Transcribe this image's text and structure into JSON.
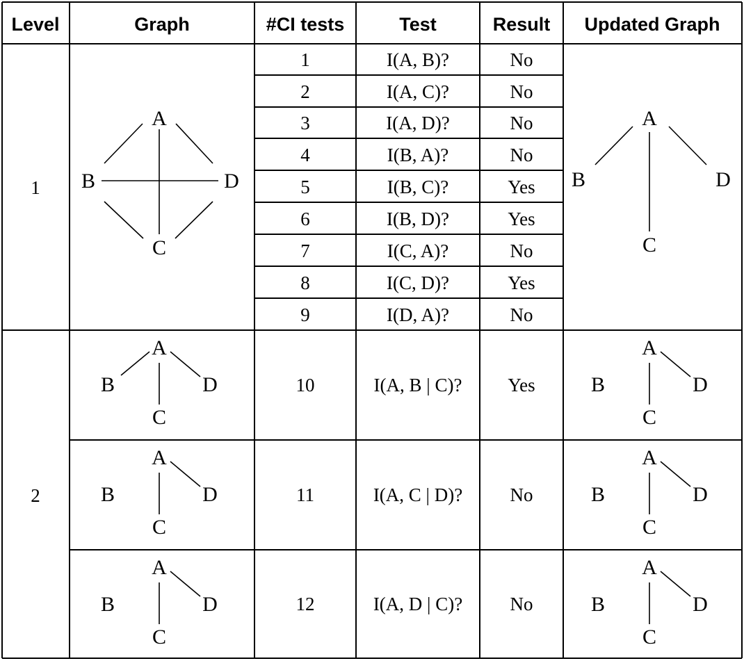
{
  "headers": [
    "Level",
    "Graph",
    "#CI tests",
    "Test",
    "Result",
    "Updated Graph"
  ],
  "levels": [
    {
      "level": "1",
      "tests": [
        {
          "n": "1",
          "test": "I(A, B)?",
          "result": "No"
        },
        {
          "n": "2",
          "test": "I(A, C)?",
          "result": "No"
        },
        {
          "n": "3",
          "test": "I(A, D)?",
          "result": "No"
        },
        {
          "n": "4",
          "test": "I(B, A)?",
          "result": "No"
        },
        {
          "n": "5",
          "test": "I(B, C)?",
          "result": "Yes"
        },
        {
          "n": "6",
          "test": "I(B, D)?",
          "result": "Yes"
        },
        {
          "n": "7",
          "test": "I(C, A)?",
          "result": "No"
        },
        {
          "n": "8",
          "test": "I(C, D)?",
          "result": "Yes"
        },
        {
          "n": "9",
          "test": "I(D, A)?",
          "result": "No"
        }
      ],
      "graph": {
        "nodes": [
          "A",
          "B",
          "C",
          "D"
        ],
        "edges": [
          [
            "A",
            "B"
          ],
          [
            "A",
            "C"
          ],
          [
            "A",
            "D"
          ],
          [
            "B",
            "C"
          ],
          [
            "B",
            "D"
          ],
          [
            "C",
            "D"
          ]
        ]
      },
      "updated_graph": {
        "nodes": [
          "A",
          "B",
          "C",
          "D"
        ],
        "edges": [
          [
            "A",
            "B"
          ],
          [
            "A",
            "C"
          ],
          [
            "A",
            "D"
          ]
        ]
      }
    },
    {
      "level": "2",
      "tests": [
        {
          "n": "10",
          "test": "I(A, B | C)?",
          "result": "Yes",
          "graph": {
            "nodes": [
              "A",
              "B",
              "C",
              "D"
            ],
            "edges": [
              [
                "A",
                "B"
              ],
              [
                "A",
                "C"
              ],
              [
                "A",
                "D"
              ]
            ]
          },
          "updated_graph": {
            "nodes": [
              "A",
              "B",
              "C",
              "D"
            ],
            "edges": [
              [
                "A",
                "C"
              ],
              [
                "A",
                "D"
              ]
            ]
          }
        },
        {
          "n": "11",
          "test": "I(A, C | D)?",
          "result": "No",
          "graph": {
            "nodes": [
              "A",
              "B",
              "C",
              "D"
            ],
            "edges": [
              [
                "A",
                "C"
              ],
              [
                "A",
                "D"
              ]
            ]
          },
          "updated_graph": {
            "nodes": [
              "A",
              "B",
              "C",
              "D"
            ],
            "edges": [
              [
                "A",
                "C"
              ],
              [
                "A",
                "D"
              ]
            ]
          }
        },
        {
          "n": "12",
          "test": "I(A, D | C)?",
          "result": "No",
          "graph": {
            "nodes": [
              "A",
              "B",
              "C",
              "D"
            ],
            "edges": [
              [
                "A",
                "C"
              ],
              [
                "A",
                "D"
              ]
            ]
          },
          "updated_graph": {
            "nodes": [
              "A",
              "B",
              "C",
              "D"
            ],
            "edges": [
              [
                "A",
                "C"
              ],
              [
                "A",
                "D"
              ]
            ]
          }
        }
      ]
    }
  ]
}
